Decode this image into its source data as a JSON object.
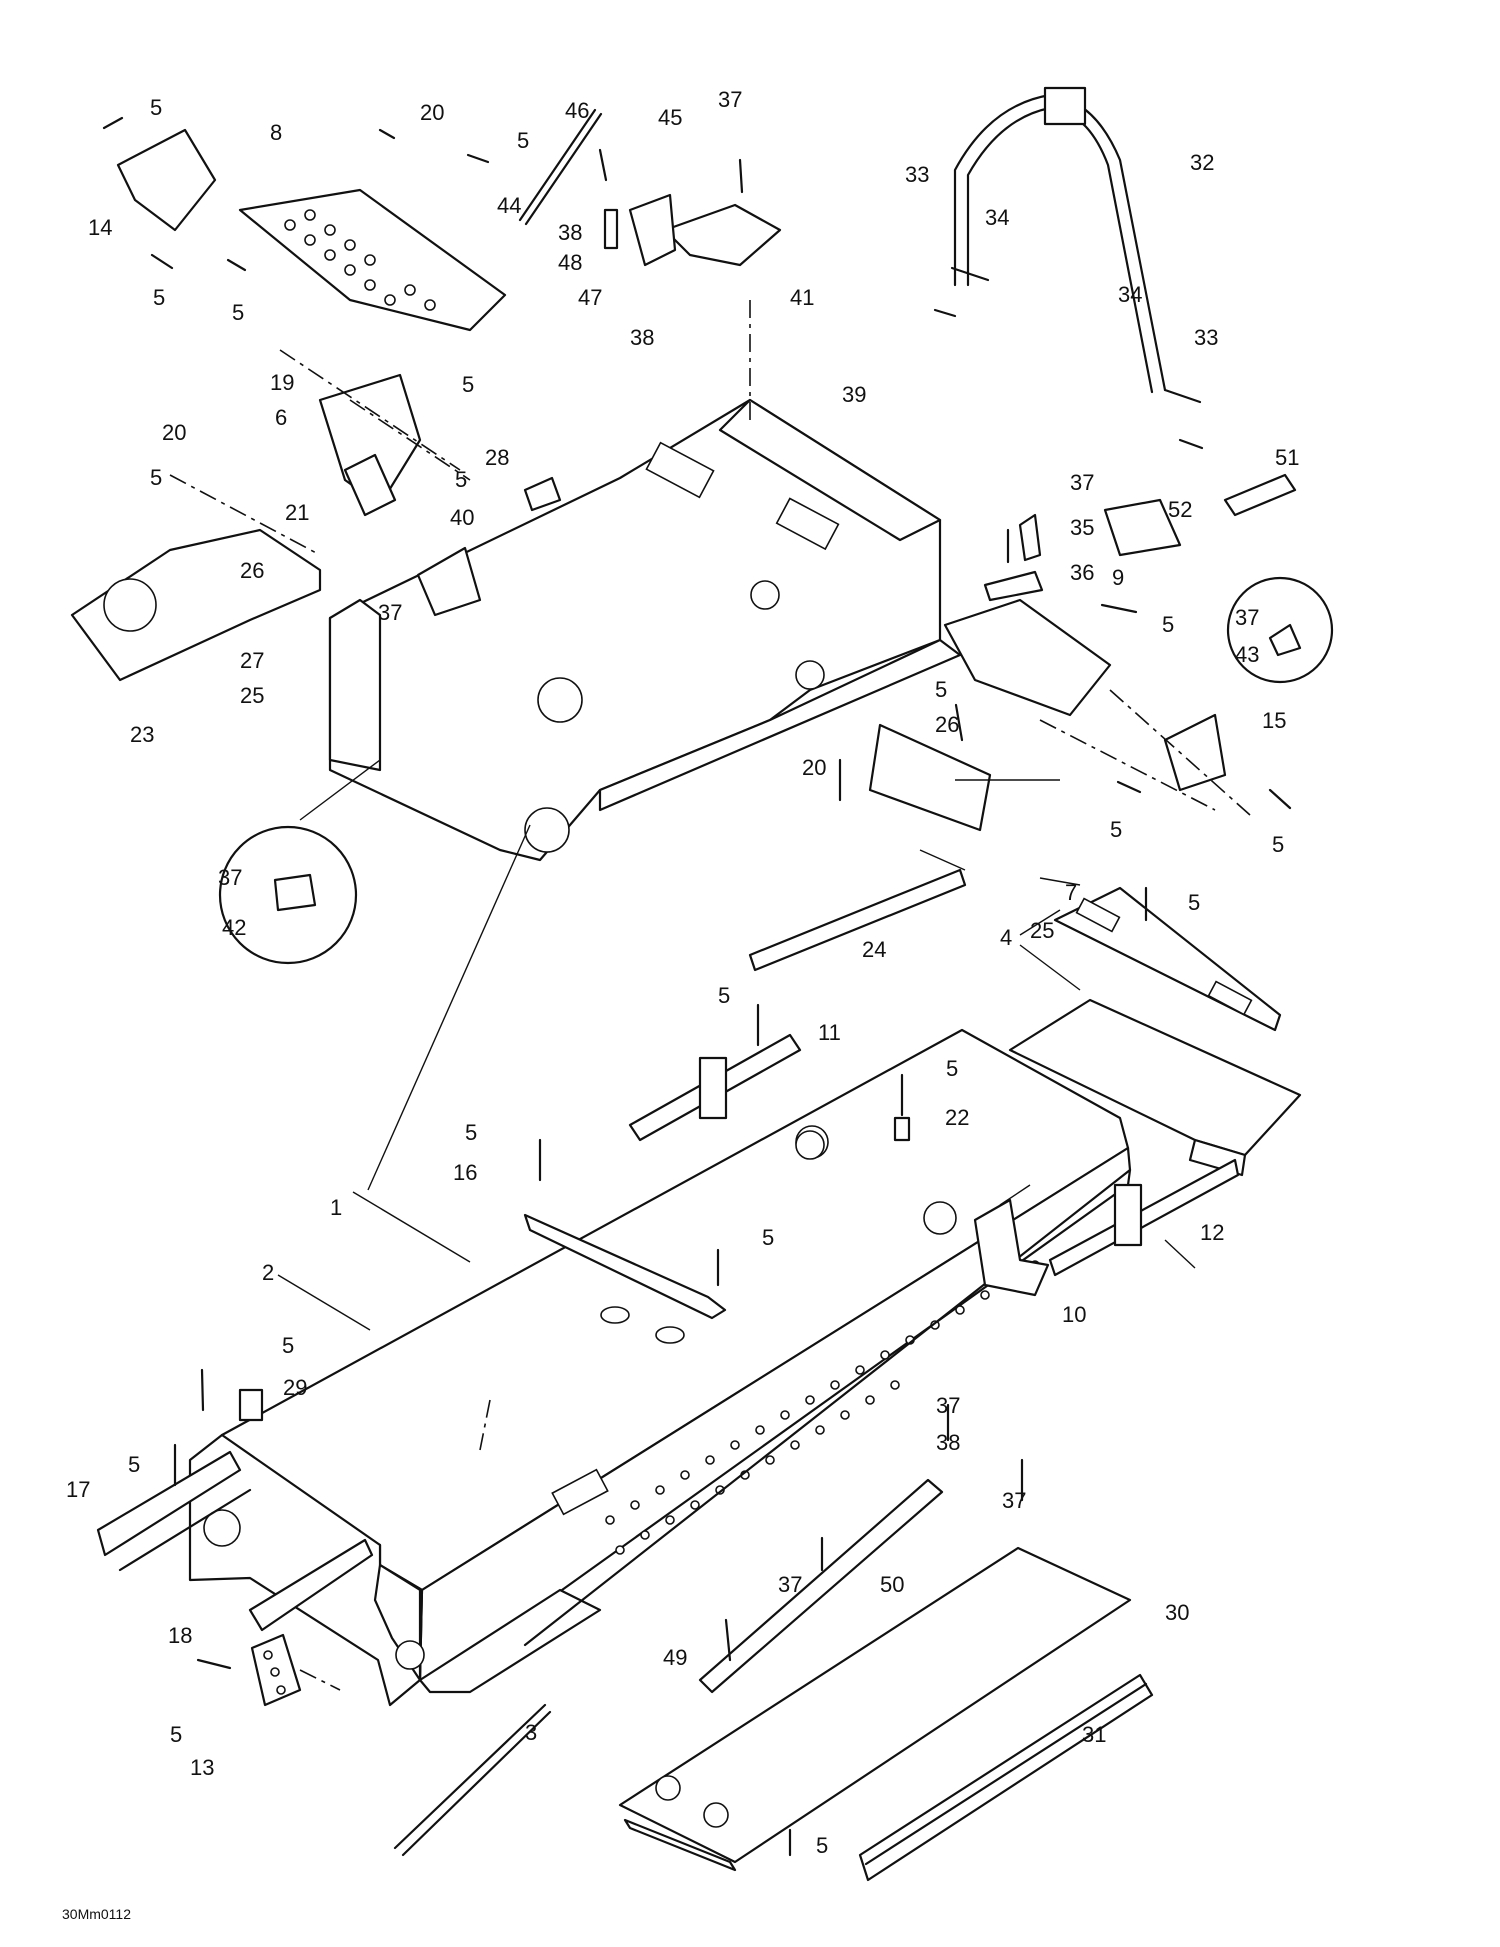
{
  "diagram": {
    "drawing_code": "30Mm0112",
    "callout_numbers": [
      "1",
      "2",
      "3",
      "4",
      "5",
      "6",
      "7",
      "8",
      "9",
      "10",
      "11",
      "12",
      "13",
      "14",
      "15",
      "16",
      "17",
      "18",
      "19",
      "20",
      "21",
      "22",
      "23",
      "24",
      "25",
      "26",
      "27",
      "28",
      "29",
      "30",
      "31",
      "32",
      "33",
      "34",
      "35",
      "36",
      "37",
      "38",
      "39",
      "40",
      "41",
      "42",
      "43",
      "44",
      "45",
      "46",
      "47",
      "48",
      "49",
      "50",
      "51",
      "52"
    ]
  },
  "colors": {
    "line": "#111111",
    "background": "#ffffff"
  }
}
